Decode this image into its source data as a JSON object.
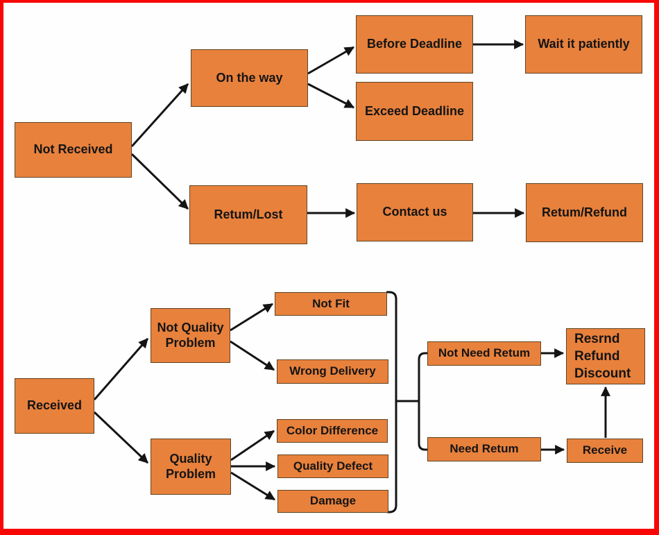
{
  "theme": {
    "bg": "#fefefe",
    "frame": "#f90707",
    "box_fill": "#e8813c",
    "box_border": "#5e4423",
    "line": "#141414",
    "text": "#141414"
  },
  "diagram": {
    "type": "flowchart",
    "nodes": {
      "not_received": {
        "label": "Not Received"
      },
      "on_the_way": {
        "label": "On the way"
      },
      "before_deadline": {
        "label": "Before Deadline"
      },
      "wait_it_patiently": {
        "label": "Wait it patiently"
      },
      "exceed_deadline": {
        "label": "Exceed Deadline"
      },
      "retum_lost": {
        "label": "Retum/Lost"
      },
      "contact_us": {
        "label": "Contact us"
      },
      "retum_refund": {
        "label": "Retum/Refund"
      },
      "received": {
        "label": "Received"
      },
      "not_quality_problem": {
        "label": "Not Quality\nProblem"
      },
      "quality_problem": {
        "label": "Quality\nProblem"
      },
      "not_fit": {
        "label": "Not Fit"
      },
      "wrong_delivery": {
        "label": "Wrong Delivery"
      },
      "color_difference": {
        "label": "Color Difference"
      },
      "quality_defect": {
        "label": "Quality Defect"
      },
      "damage": {
        "label": "Damage"
      },
      "not_need_retum": {
        "label": "Not Need Retum"
      },
      "need_retum": {
        "label": "Need Retum"
      },
      "resrnd_refund_discount": {
        "label": "Resrnd\nRefund\nDiscount"
      },
      "receive": {
        "label": "Receive"
      }
    },
    "edges": [
      {
        "from": "not_received",
        "to": "on_the_way"
      },
      {
        "from": "not_received",
        "to": "retum_lost"
      },
      {
        "from": "on_the_way",
        "to": "before_deadline"
      },
      {
        "from": "on_the_way",
        "to": "exceed_deadline"
      },
      {
        "from": "before_deadline",
        "to": "wait_it_patiently"
      },
      {
        "from": "retum_lost",
        "to": "contact_us"
      },
      {
        "from": "contact_us",
        "to": "retum_refund"
      },
      {
        "from": "received",
        "to": "not_quality_problem"
      },
      {
        "from": "received",
        "to": "quality_problem"
      },
      {
        "from": "not_quality_problem",
        "to": "not_fit"
      },
      {
        "from": "not_quality_problem",
        "to": "wrong_delivery"
      },
      {
        "from": "quality_problem",
        "to": "color_difference"
      },
      {
        "from": "quality_problem",
        "to": "quality_defect"
      },
      {
        "from": "quality_problem",
        "to": "damage"
      },
      {
        "from": "merge_bracket",
        "to": "not_need_retum"
      },
      {
        "from": "merge_bracket",
        "to": "need_retum"
      },
      {
        "from": "not_need_retum",
        "to": "resrnd_refund_discount"
      },
      {
        "from": "need_retum",
        "to": "receive"
      },
      {
        "from": "receive",
        "to": "resrnd_refund_discount"
      }
    ],
    "merge_bracket_sources": [
      "not_fit",
      "wrong_delivery",
      "color_difference",
      "quality_defect",
      "damage"
    ]
  }
}
